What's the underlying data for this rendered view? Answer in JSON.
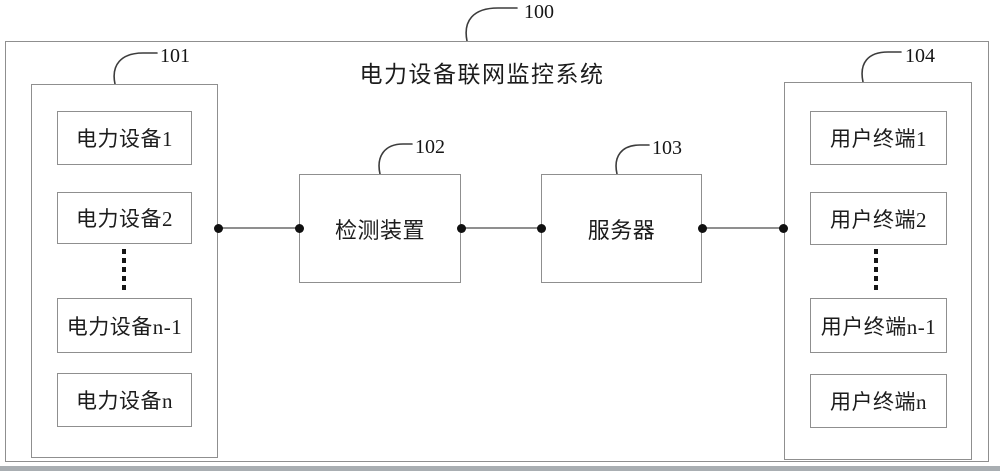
{
  "figure": {
    "title": "电力设备联网监控系统",
    "refs": {
      "system": "100",
      "device_group": "101",
      "detector": "102",
      "server": "103",
      "terminal_group": "104"
    },
    "device_group": {
      "items": [
        "电力设备1",
        "电力设备2",
        "电力设备n-1",
        "电力设备n"
      ]
    },
    "detector": {
      "label": "检测装置"
    },
    "server": {
      "label": "服务器"
    },
    "terminal_group": {
      "items": [
        "用户终端1",
        "用户终端2",
        "用户终端n-1",
        "用户终端n"
      ]
    },
    "colors": {
      "line": "#8f8f8f",
      "ink": "#1c1c1c",
      "connector-dot": "#101010",
      "scan-band": "#a9aeb2"
    }
  }
}
